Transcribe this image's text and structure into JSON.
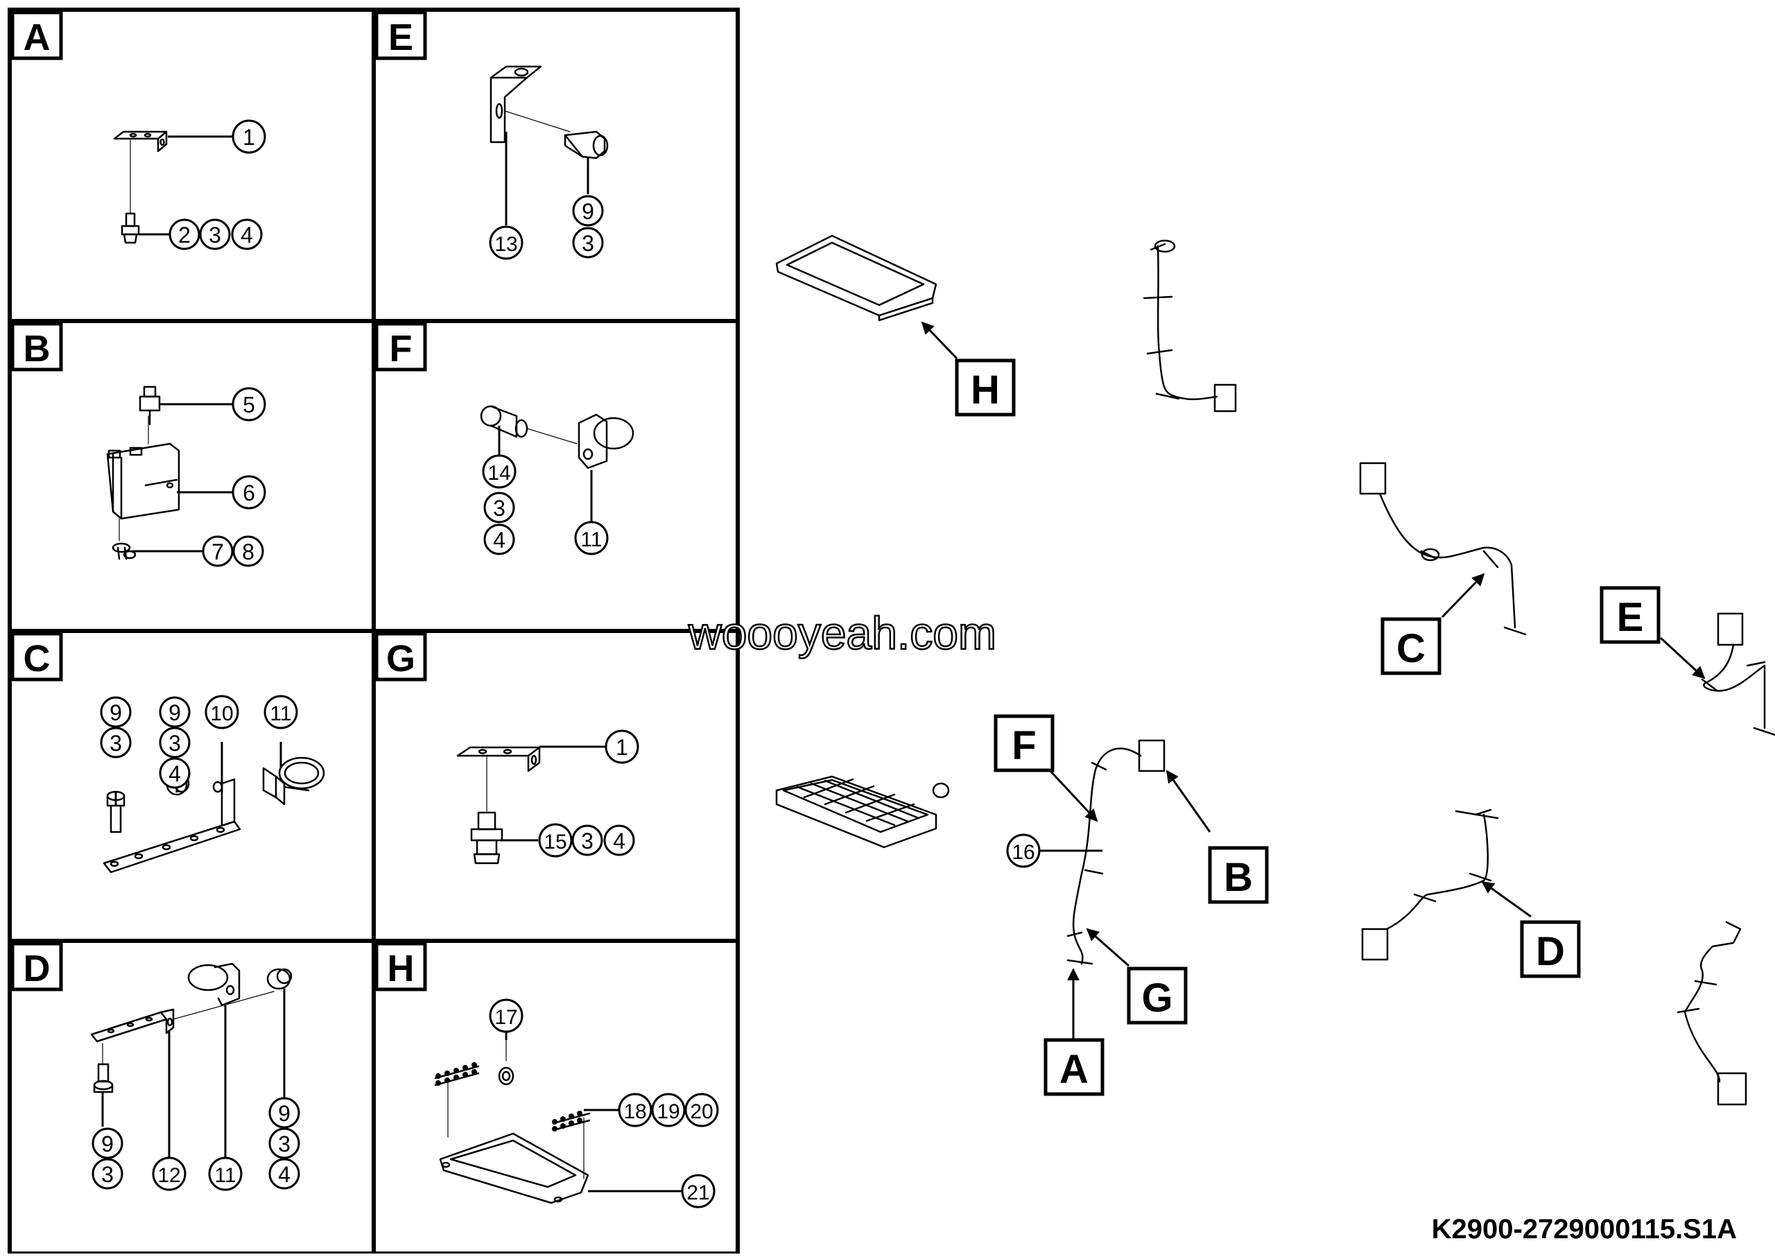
{
  "watermark": "woooyeah.com",
  "drawing_code": "K2900-2729000115.S1A",
  "panels": {
    "A": {
      "letter": "A",
      "callouts": [
        "1",
        "2",
        "3",
        "4"
      ]
    },
    "B": {
      "letter": "B",
      "callouts": [
        "5",
        "6",
        "7",
        "8"
      ]
    },
    "C": {
      "letter": "C",
      "callouts": [
        "9",
        "3",
        "9",
        "3",
        "4",
        "10",
        "11"
      ]
    },
    "D": {
      "letter": "D",
      "callouts": [
        "9",
        "3",
        "12",
        "11",
        "9",
        "3",
        "4"
      ]
    },
    "E": {
      "letter": "E",
      "callouts": [
        "13",
        "9",
        "3"
      ]
    },
    "F": {
      "letter": "F",
      "callouts": [
        "14",
        "3",
        "4",
        "11"
      ]
    },
    "G": {
      "letter": "G",
      "callouts": [
        "1",
        "15",
        "3",
        "4"
      ]
    },
    "H": {
      "letter": "H",
      "callouts": [
        "17",
        "18",
        "19",
        "20",
        "21"
      ]
    }
  },
  "overview": {
    "labels": [
      "H",
      "C",
      "E",
      "F",
      "B",
      "D",
      "G",
      "A"
    ],
    "callouts": [
      "16"
    ]
  }
}
